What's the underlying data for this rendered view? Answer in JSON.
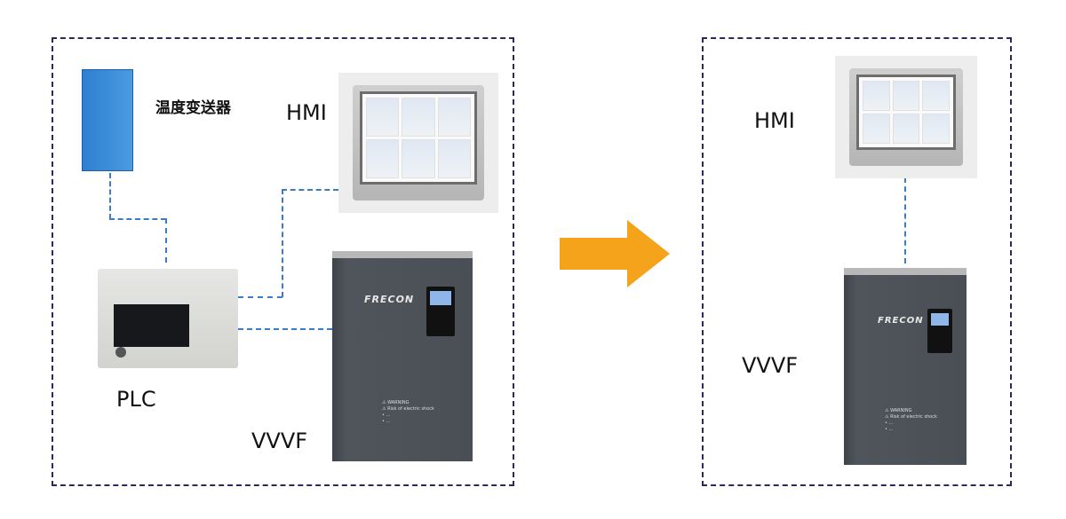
{
  "before": {
    "transmitter_label": "温度变送器",
    "hmi_label": "HMI",
    "plc_label": "PLC",
    "vvvf_label": "VVVF",
    "vvvf_brand": "FRECON"
  },
  "after": {
    "hmi_label": "HMI",
    "vvvf_label": "VVVF",
    "vvvf_brand": "FRECON"
  },
  "colors": {
    "arrow": "#f5a31a",
    "connection": "#3a7cc8",
    "border": "#2a2a5a"
  }
}
